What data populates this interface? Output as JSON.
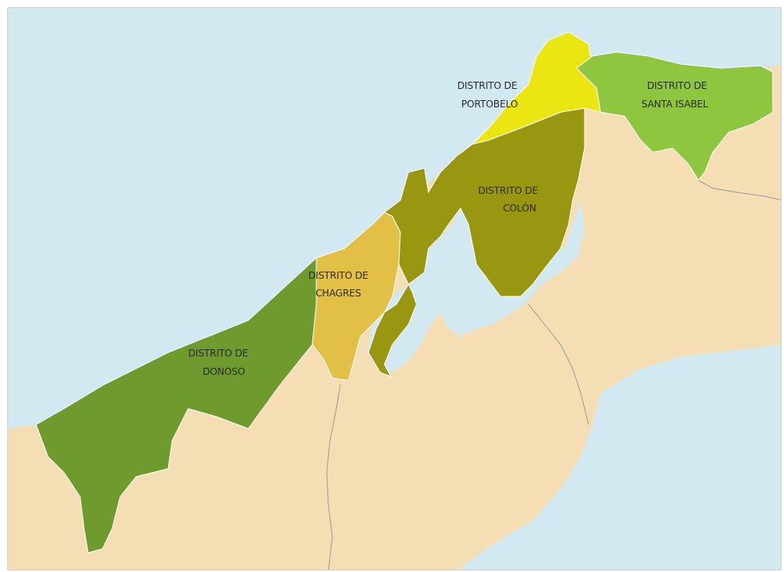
{
  "colors": {
    "sea": "#d3e9f1",
    "land": "#f5deb3",
    "donoso": "#6f9a2e",
    "chagres": "#e2bf45",
    "colon": "#99960f",
    "portobelo": "#ebe612",
    "santa_isabel": "#8ec63f",
    "river": "#9a9a9a",
    "border": "#ffffff"
  },
  "districts": [
    {
      "id": "portobelo",
      "line1": "DISTRITO DE",
      "line2": "PORTOBELO"
    },
    {
      "id": "santa_isabel",
      "line1": "DISTRITO DE",
      "line2": "SANTA ISABEL"
    },
    {
      "id": "colon",
      "line1": "DISTRITO DE",
      "line2": "COLÓN"
    },
    {
      "id": "chagres",
      "line1": "DISTRITO DE",
      "line2": "CHAGRES"
    },
    {
      "id": "donoso",
      "line1": "DISTRITO DE",
      "line2": "DONOSO"
    }
  ]
}
